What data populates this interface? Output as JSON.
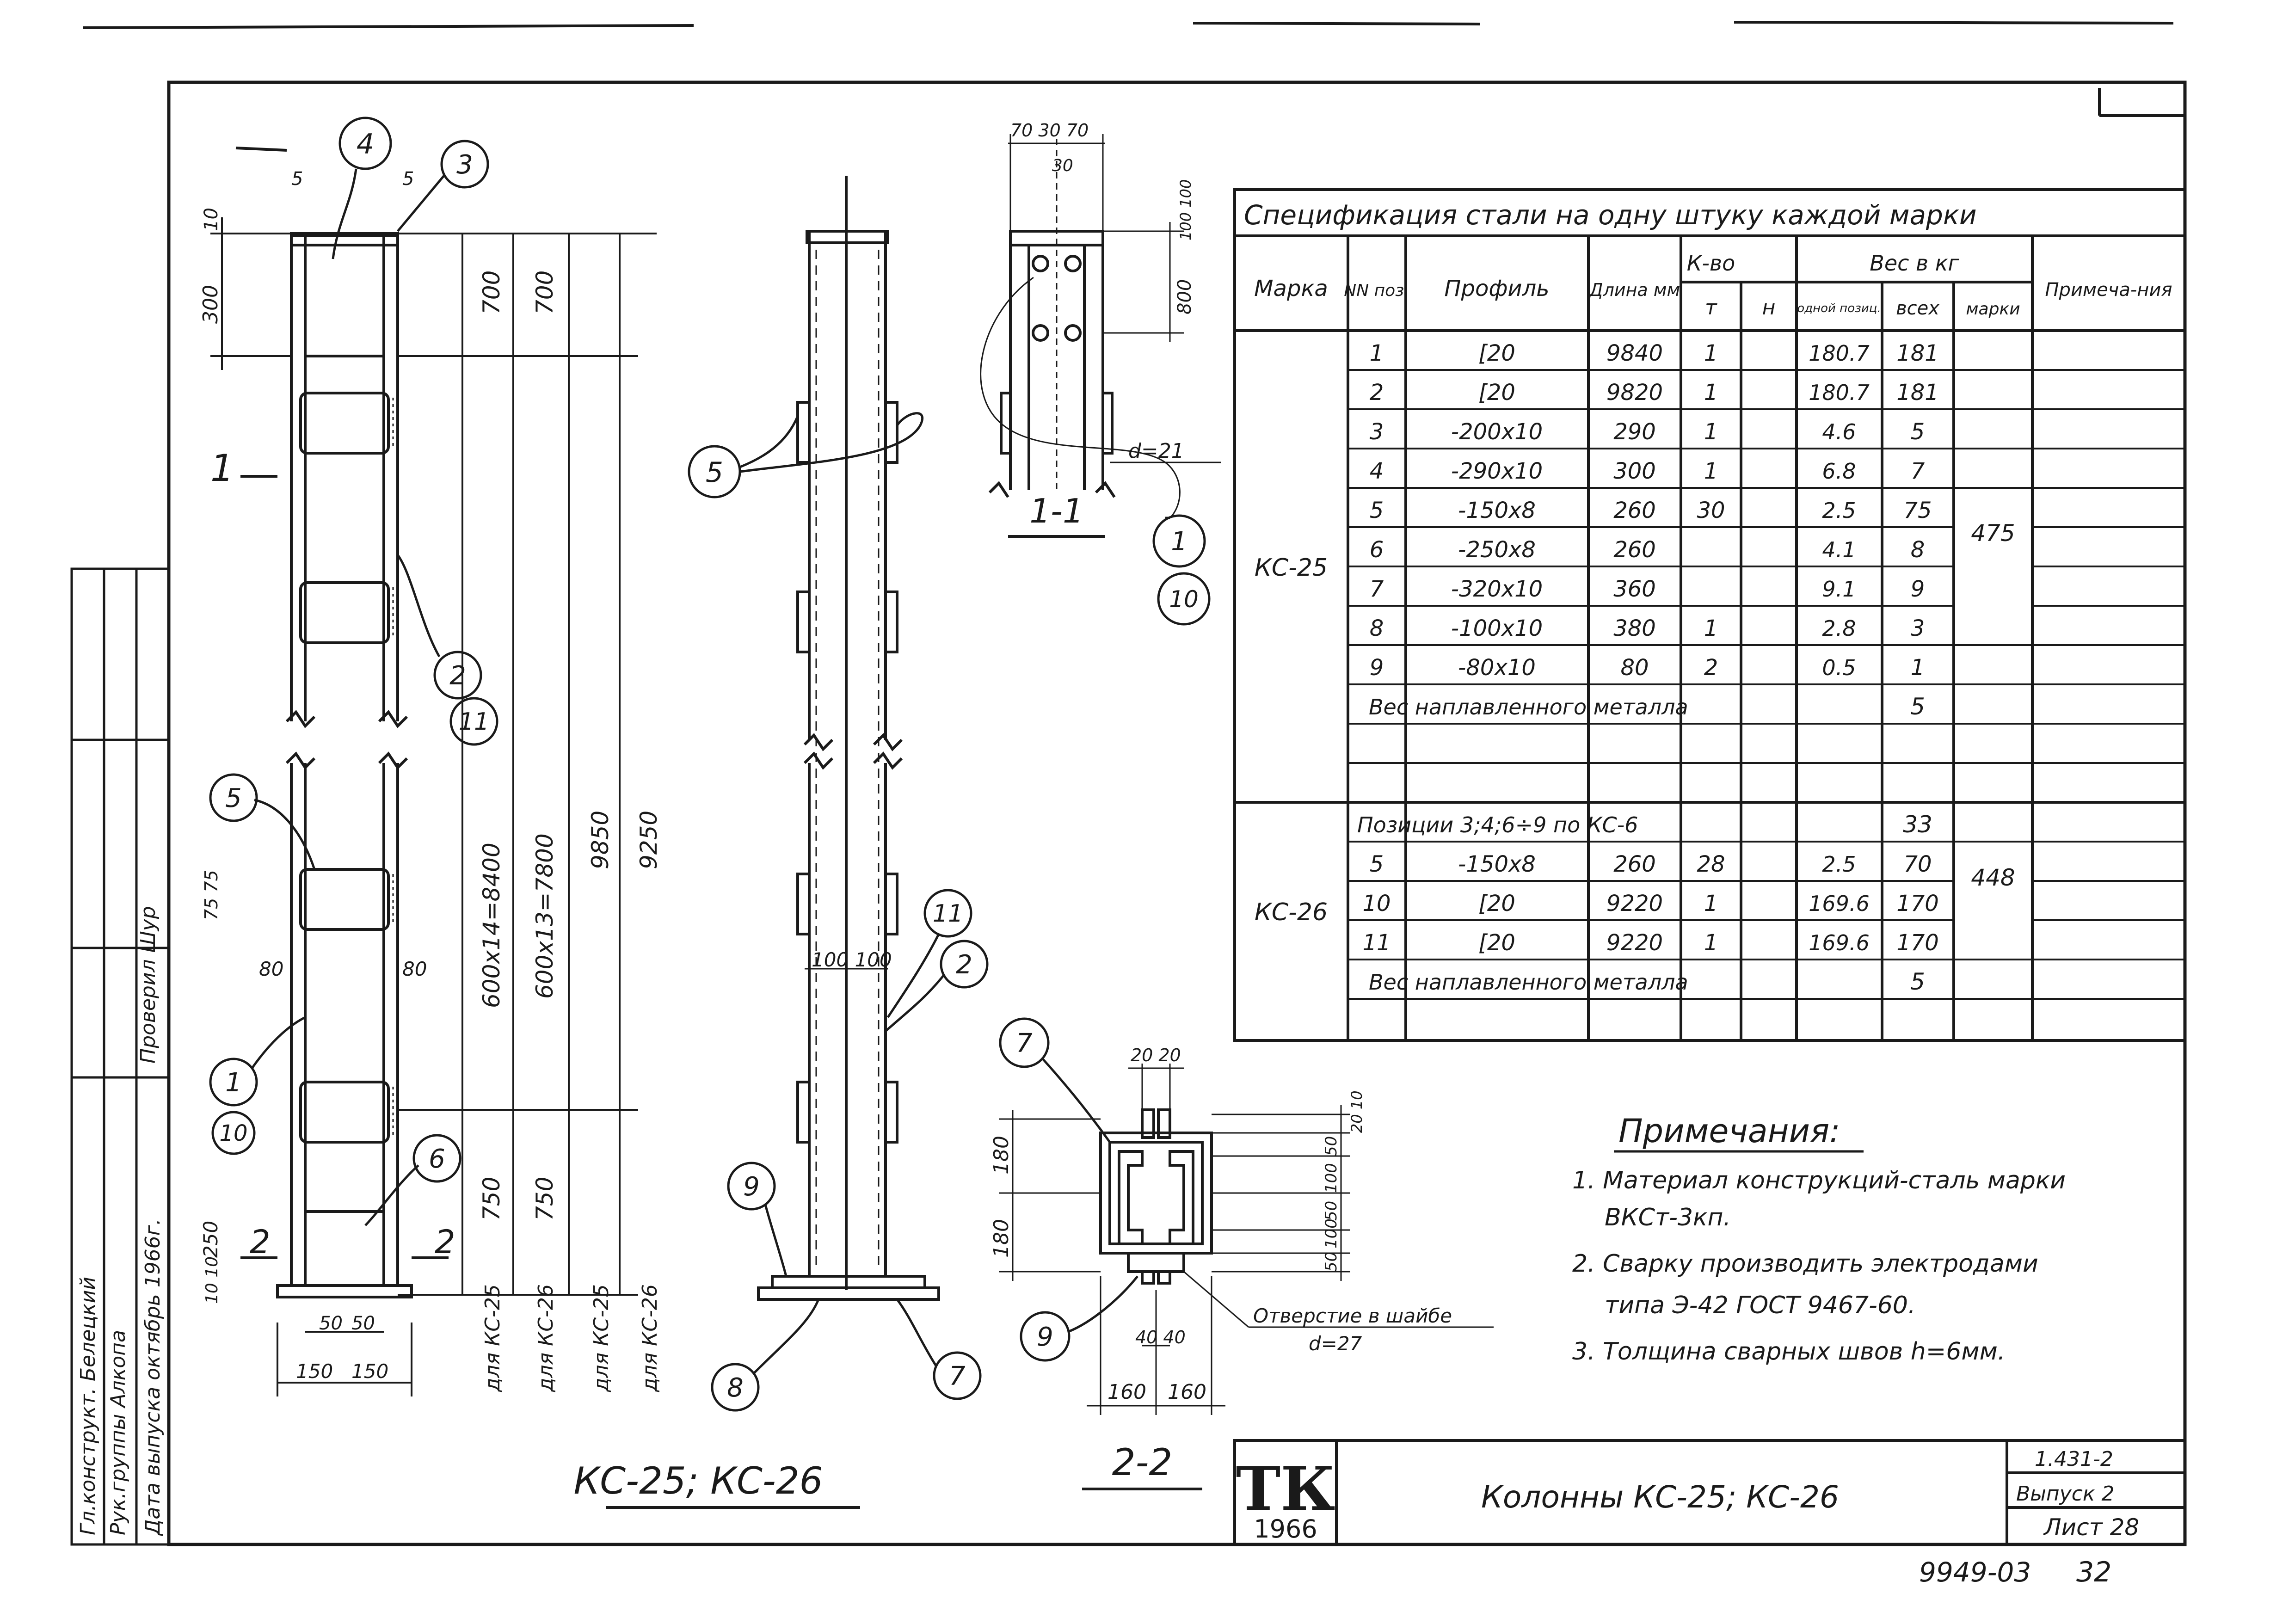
{
  "spec": {
    "title": "Спецификация стали на одну штуку каждой марки",
    "headers": {
      "mark": "Марка",
      "pos": "NN поз.",
      "profile": "Профиль",
      "length": "Длина мм",
      "qty": "К-во",
      "qty_t": "т",
      "qty_n": "н",
      "weight": "Вес в кг",
      "w_one": "одной позиц.",
      "w_all": "всех",
      "w_mark": "марки",
      "note": "Примеча-ния"
    },
    "kc25": {
      "mark": "КС-25",
      "total": "475",
      "rows": [
        {
          "pos": "1",
          "profile": "[20",
          "len": "9840",
          "t": "1",
          "w1": "180.7",
          "wa": "181"
        },
        {
          "pos": "2",
          "profile": "[20",
          "len": "9820",
          "t": "1",
          "w1": "180.7",
          "wa": "181"
        },
        {
          "pos": "3",
          "profile": "-200x10",
          "len": "290",
          "t": "1",
          "w1": "4.6",
          "wa": "5"
        },
        {
          "pos": "4",
          "profile": "-290x10",
          "len": "300",
          "t": "1",
          "w1": "6.8",
          "wa": "7"
        },
        {
          "pos": "5",
          "profile": "-150x8",
          "len": "260",
          "t": "30",
          "w1": "2.5",
          "wa": "75"
        },
        {
          "pos": "6",
          "profile": "-250x8",
          "len": "260",
          "t": "",
          "w1": "4.1",
          "wa": "8"
        },
        {
          "pos": "7",
          "profile": "-320x10",
          "len": "360",
          "t": "",
          "w1": "9.1",
          "wa": "9"
        },
        {
          "pos": "8",
          "profile": "-100x10",
          "len": "380",
          "t": "1",
          "w1": "2.8",
          "wa": "3"
        },
        {
          "pos": "9",
          "profile": "-80x10",
          "len": "80",
          "t": "2",
          "w1": "0.5",
          "wa": "1"
        }
      ],
      "weld_label": "Вес наплавленного металла",
      "weld_value": "5"
    },
    "kc26": {
      "mark": "КС-26",
      "total": "448",
      "positions_label": "Позиции 3;4;6÷9 по КС-6",
      "positions_value": "33",
      "rows": [
        {
          "pos": "5",
          "profile": "-150x8",
          "len": "260",
          "t": "28",
          "w1": "2.5",
          "wa": "70"
        },
        {
          "pos": "10",
          "profile": "[20",
          "len": "9220",
          "t": "1",
          "w1": "169.6",
          "wa": "170"
        },
        {
          "pos": "11",
          "profile": "[20",
          "len": "9220",
          "t": "1",
          "w1": "169.6",
          "wa": "170"
        }
      ],
      "weld_label": "Вес наплавленного металла",
      "weld_value": "5"
    }
  },
  "notes": {
    "title": "Примечания:",
    "items": [
      "1. Материал конструкций-сталь марки",
      "ВКСт-3кп.",
      "2. Сварку производить электродами",
      "типа Э-42 ГОСТ 9467-60.",
      "3. Толщина сварных швов h=6мм."
    ]
  },
  "title_block": {
    "logo": "ТК",
    "year": "1966",
    "title": "Колонны  КС-25; КС-26",
    "series": "1.431-2",
    "issue": "Выпуск 2",
    "sheet": "Лист 28",
    "doc_number": "9949-03",
    "page_number": "32"
  },
  "side_stamp": {
    "row1": "Гл.конструкт.  Белецкий",
    "row2": "Рук.группы  Алкопа",
    "row3": "Проверил  Шур",
    "row4": "Дата выпуска  октябрь  1966г."
  },
  "main_view": {
    "caption": "КС-25; КС-26",
    "dims_vertical": [
      "700",
      "700",
      "600x14=8400",
      "600x13=7800",
      "9850",
      "9250",
      "750",
      "750"
    ],
    "dims_small": [
      "10",
      "300",
      "5",
      "5",
      "75 75",
      "80",
      "80",
      "250",
      "10 10",
      "50",
      "50",
      "150",
      "150"
    ],
    "for_labels": [
      "для КС-25",
      "для КС-26",
      "для КС-25",
      "для КС-26"
    ],
    "section_marks": [
      "1",
      "2",
      "2"
    ],
    "callouts": [
      "4",
      "3",
      "2",
      "11",
      "5",
      "1",
      "10",
      "6"
    ]
  },
  "side_view": {
    "callouts": [
      "5",
      "11",
      "2",
      "9",
      "8",
      "7"
    ],
    "dim": "100 100"
  },
  "section_1_1": {
    "caption": "1-1",
    "dims": [
      "70 30 70",
      "30",
      "800",
      "100 100"
    ],
    "hole": "d=21",
    "callouts": [
      "1",
      "10"
    ]
  },
  "section_2_2": {
    "caption": "2-2",
    "dims": [
      "20 20",
      "180",
      "180",
      "20 10",
      "50",
      "100",
      "50",
      "100",
      "50",
      "40 40",
      "160",
      "160"
    ],
    "hole_label": "Отверстие в шайбе",
    "hole": "d=27",
    "callouts": [
      "7",
      "9"
    ]
  }
}
